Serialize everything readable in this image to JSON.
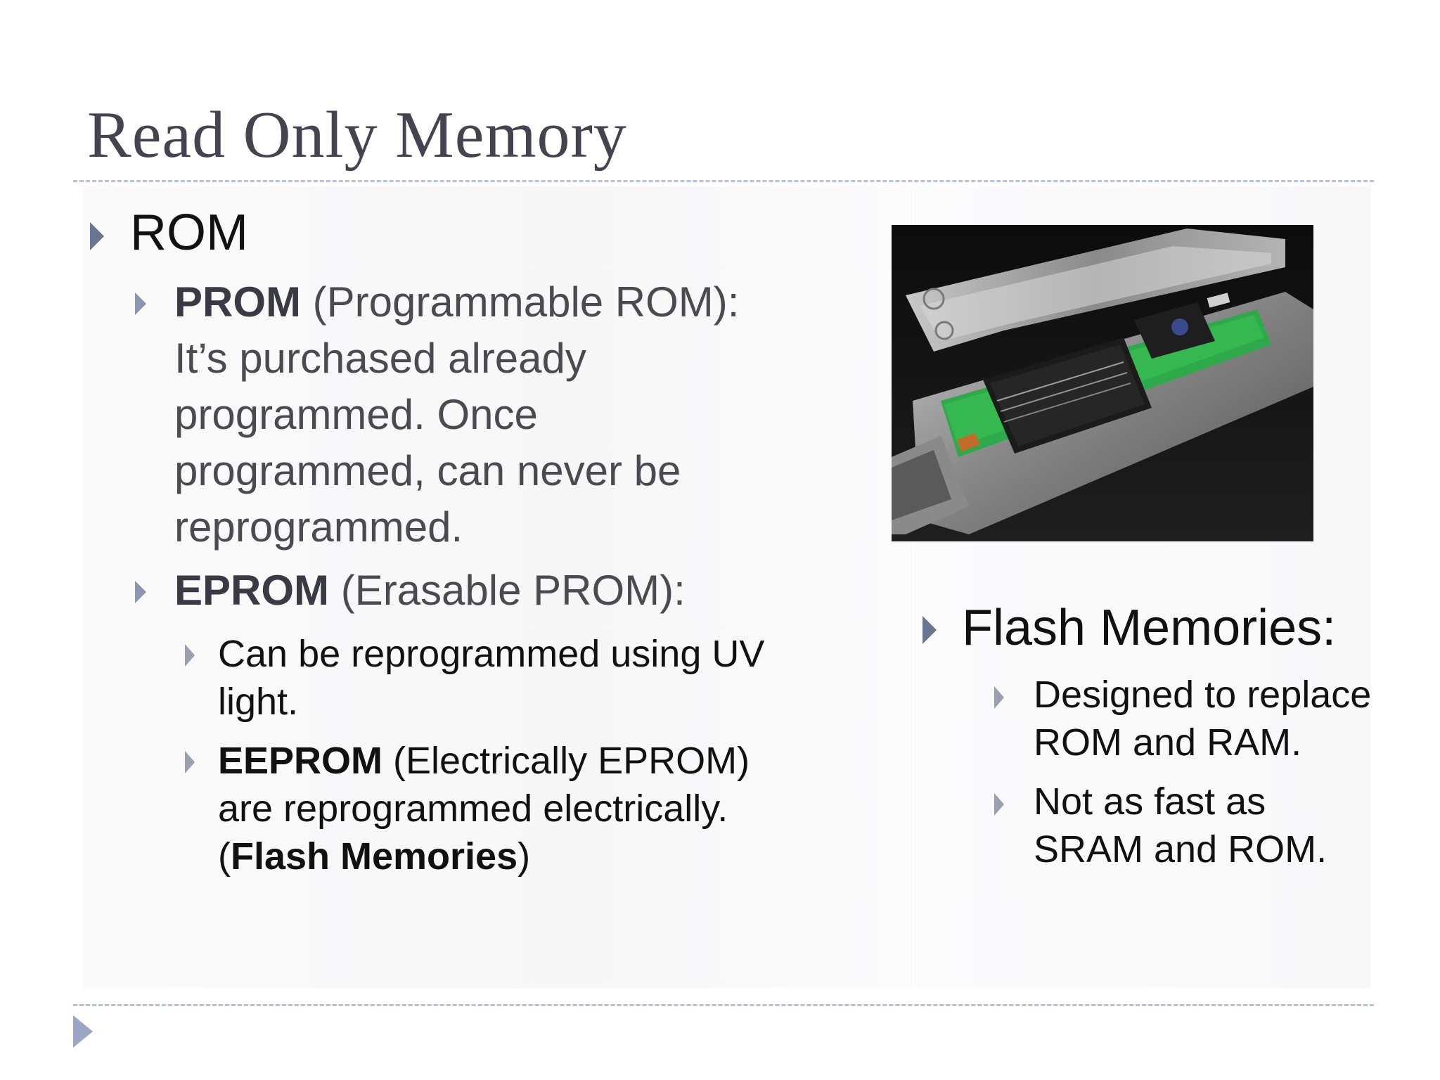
{
  "slide": {
    "title": "Read Only Memory",
    "rom": {
      "heading": "ROM",
      "prom": {
        "term": "PROM",
        "line1_rest": " (Programmable ROM):",
        "line2": "It’s purchased already",
        "line3": "programmed. Once",
        "line4": "programmed, can never be",
        "line5": "reprogrammed."
      },
      "eprom": {
        "term": "EPROM",
        "rest": " (Erasable PROM):",
        "uv_line1": "Can be reprogrammed using UV",
        "uv_line2": "light.",
        "eeprom_term": "EEPROM",
        "eeprom_line1_rest": " (Electrically EPROM)",
        "eeprom_line2": "are reprogrammed electrically.",
        "eeprom_line3_open": "(",
        "eeprom_line3_bold": "Flash Memories",
        "eeprom_line3_close": ")"
      }
    },
    "flash": {
      "heading": "Flash Memories:",
      "point1_line1": "Designed to replace",
      "point1_line2": "ROM and RAM.",
      "point2_line1": "Not as fast as",
      "point2_line2": "SRAM and ROM."
    }
  },
  "colors": {
    "title": "#444450",
    "bullet_l1": "#6a7593",
    "bullet_l2": "#8c96ae",
    "rule": "#b8c2d2",
    "pcb_green": "#2faa4a"
  },
  "icons": [
    "bullet-triangle-icon",
    "slide-corner-triangle-icon"
  ]
}
